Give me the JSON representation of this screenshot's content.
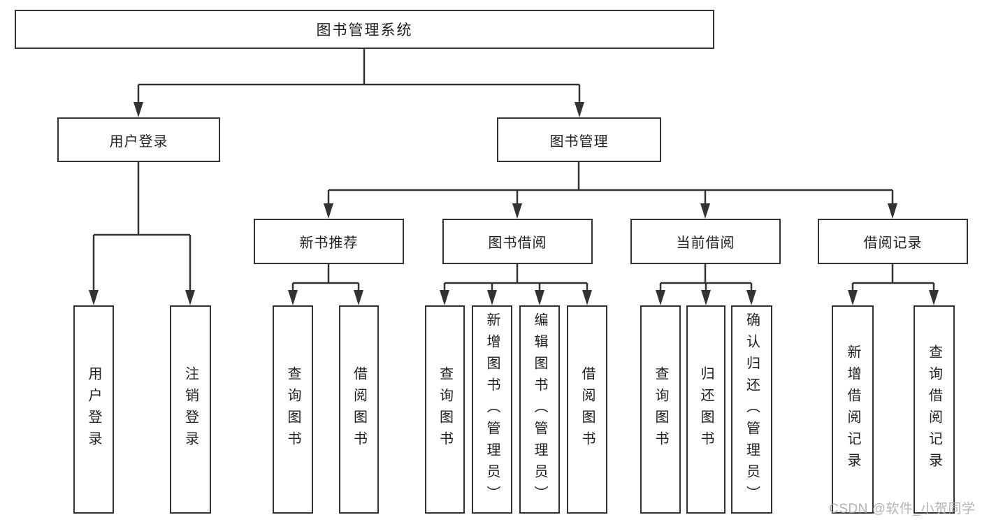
{
  "diagram": {
    "root_label": "图书管理系统",
    "level2": [
      "用户登录",
      "图书管理"
    ],
    "level3": [
      "新书推荐",
      "图书借阅",
      "当前借阅",
      "借阅记录"
    ],
    "leaves": {
      "user_login": [
        "用户登录",
        "注销登录"
      ],
      "new_book_recommend": [
        "查询图书",
        "借阅图书"
      ],
      "book_borrow": [
        "查询图书",
        "新增图书（管理员）",
        "编辑图书（管理员）",
        "借阅图书"
      ],
      "current_borrow": [
        "查询图书",
        "归还图书",
        "确认归还（管理员）"
      ],
      "borrow_record": [
        "新增借阅记录",
        "查询借阅记录"
      ]
    },
    "watermark": "CSDN @软件_小贺同学",
    "colors": {
      "line": "#333333",
      "box_border": "#333333",
      "text": "#1f1f1f",
      "background": "#ffffff",
      "watermark": "#b0b0b0"
    }
  }
}
